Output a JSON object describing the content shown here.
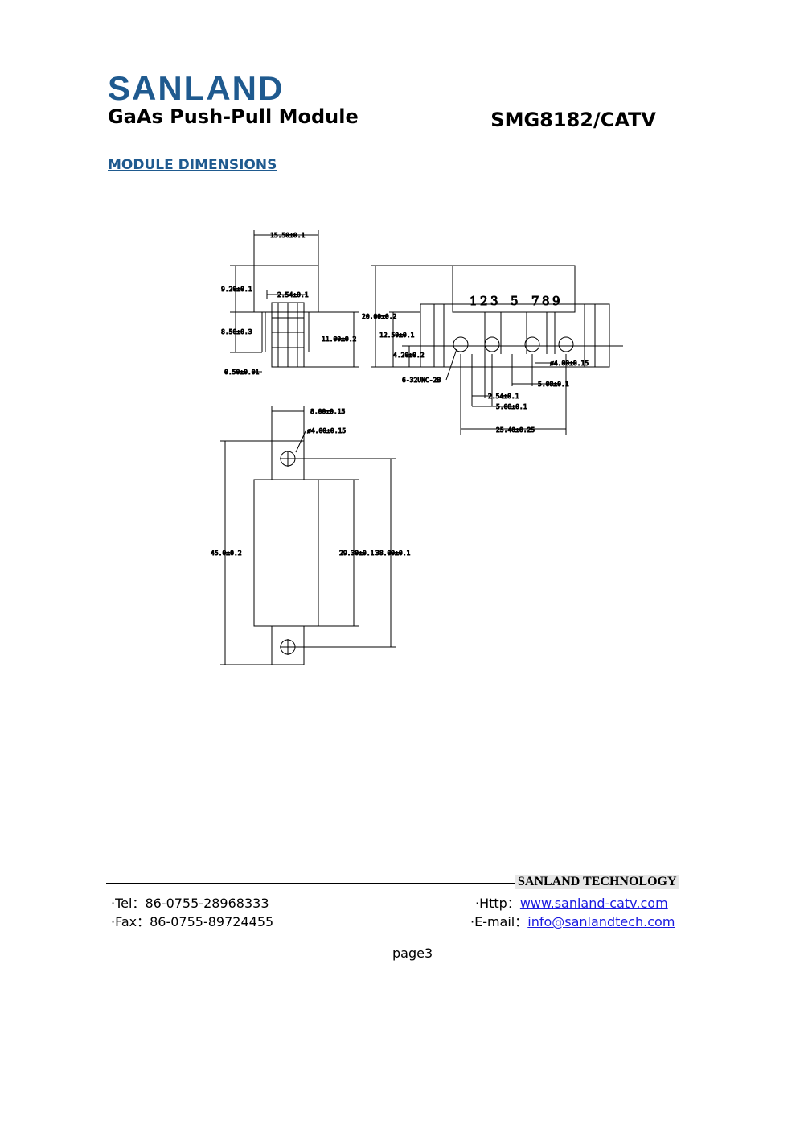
{
  "header": {
    "logo": "SANLAND",
    "product": "GaAs Push-Pull Module",
    "model": "SMG8182/CATV"
  },
  "section": {
    "title": "MODULE DIMENSIONS"
  },
  "drawing": {
    "pins": [
      "1",
      "2",
      "3",
      "5",
      "7",
      "8",
      "9"
    ],
    "dims": {
      "width_top": "15.50±0.1",
      "h_top": "9.20±0.1",
      "pitch_side": "2.54±0.1",
      "h_pin": "8.50±0.3",
      "h_body": "11.00±0.2",
      "pin_thk": "0.50±0.01",
      "h_total": "20.00±0.2",
      "h_mid": "12.50±0.1",
      "h_low": "4.20±0.2",
      "thread": "6-32UNC-2B",
      "hole_front": "ø4.00±0.15",
      "p508a": "5.08±0.1",
      "p254": "2.54±0.1",
      "p508b": "5.08±0.1",
      "span": "25.40±0.25",
      "tab_w": "8.00±0.15",
      "hole_plan": "ø4.00±0.15",
      "len_total": "45.0±0.2",
      "len_body": "29.30±0.1",
      "len_holes": "38.00±0.1"
    }
  },
  "footer": {
    "company": "SANLAND TECHNOLOGY",
    "tel_label": "·Tel：",
    "tel": "86-0755-28968333",
    "fax_label": "·Fax：",
    "fax": "86-0755-89724455",
    "http_label": "·Http：",
    "http": "www.sanland-catv.com",
    "email_label": "·E-mail：",
    "email": "info@sanlandtech.com",
    "page_label": "page",
    "page_num": "3"
  }
}
